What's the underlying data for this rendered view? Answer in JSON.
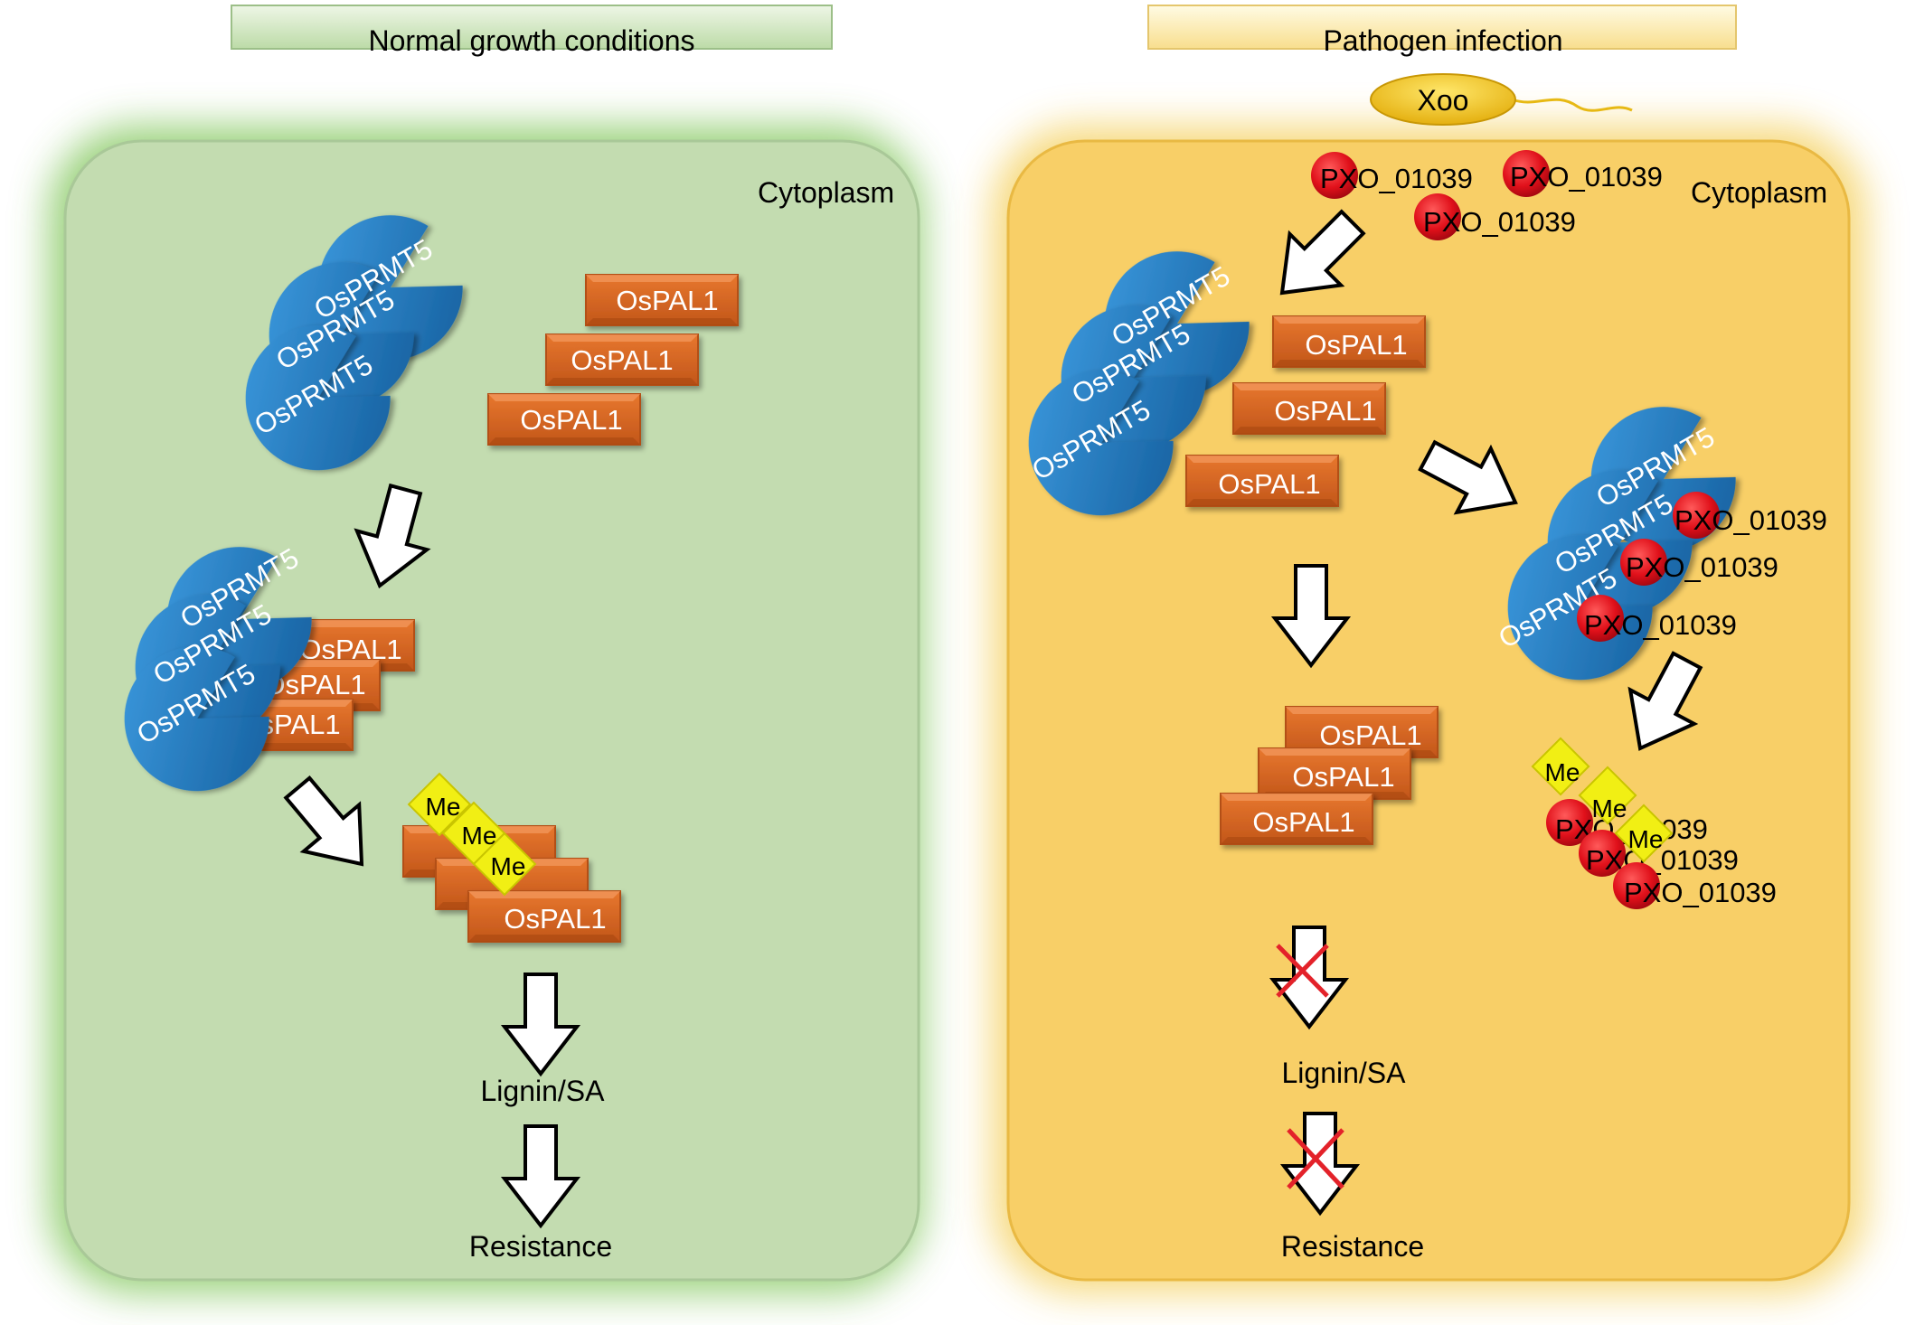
{
  "panels": {
    "normal": {
      "banner": "Normal growth conditions",
      "compartment": "Cytoplasm",
      "enzyme": "OsPRMT5",
      "substrate": "OsPAL1",
      "methyl": "Me",
      "product": "Lignin/SA",
      "outcome": "Resistance"
    },
    "infection": {
      "banner": "Pathogen infection",
      "pathogen": "Xoo",
      "compartment": "Cytoplasm",
      "effector": "PXO_01039",
      "enzyme": "OsPRMT5",
      "substrate": "OsPAL1",
      "methyl": "Me",
      "product": "Lignin/SA",
      "outcome": "Resistance"
    }
  },
  "colors": {
    "normal_cell": "#c3dcb0",
    "normal_glow": "#8ccb69",
    "infection_cell": "#f8cf67",
    "infection_glow": "#f5d46b",
    "enzyme": "#1f78c4",
    "substrate": "#d4651e",
    "methyl": "#f1ef14",
    "effector": "#e0101a",
    "pathogen": "#f2c419",
    "block_cross": "#e3222a"
  }
}
